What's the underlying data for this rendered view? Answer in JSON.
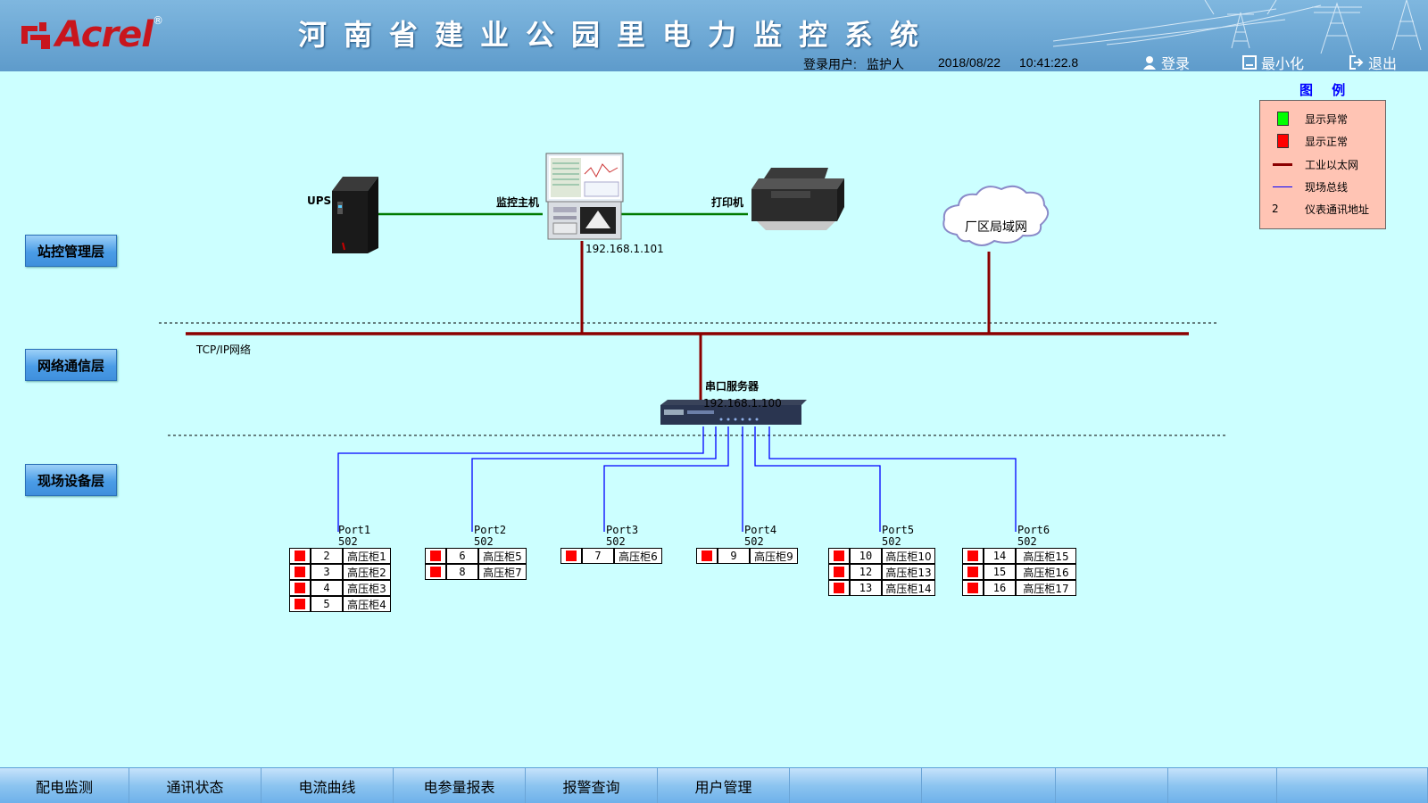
{
  "header": {
    "brand": "Acrel",
    "brand_reg": "®",
    "title": "河南省建业公园里电力监控系统",
    "login_user_label": "登录用户:",
    "login_user": "监护人",
    "date": "2018/08/22",
    "time": "10:41:22.8",
    "login_button": "登录",
    "minimize_button": "最小化",
    "exit_button": "退出"
  },
  "legend": {
    "title": "图 例",
    "items": [
      {
        "label": "显示异常",
        "symbol": "green-square",
        "color": "#00ff00"
      },
      {
        "label": "显示正常",
        "symbol": "red-square",
        "color": "#ff0000"
      },
      {
        "label": "工业以太网",
        "symbol": "dark-red-line",
        "color": "#8b0000"
      },
      {
        "label": "现场总线",
        "symbol": "blue-line",
        "color": "#0000ff"
      },
      {
        "label": "仪表通讯地址",
        "symbol": "number",
        "value": "2"
      }
    ]
  },
  "layers": {
    "station": "站控管理层",
    "network": "网络通信层",
    "field": "现场设备层"
  },
  "devices": {
    "ups": "UPS",
    "host": "监控主机",
    "host_ip": "192.168.1.101",
    "printer": "打印机",
    "lan": "厂区局域网",
    "tcpip": "TCP/IP网络",
    "serial_server": "串口服务器",
    "serial_ip": "192.168.1.100"
  },
  "ports": [
    {
      "name": "Port1",
      "num": "502",
      "devices": [
        {
          "addr": "2",
          "name": "高压柜1"
        },
        {
          "addr": "3",
          "name": "高压柜2"
        },
        {
          "addr": "4",
          "name": "高压柜3"
        },
        {
          "addr": "5",
          "name": "高压柜4"
        }
      ]
    },
    {
      "name": "Port2",
      "num": "502",
      "devices": [
        {
          "addr": "6",
          "name": "高压柜5"
        },
        {
          "addr": "8",
          "name": "高压柜7"
        }
      ]
    },
    {
      "name": "Port3",
      "num": "502",
      "devices": [
        {
          "addr": "7",
          "name": "高压柜6"
        }
      ]
    },
    {
      "name": "Port4",
      "num": "502",
      "devices": [
        {
          "addr": "9",
          "name": "高压柜9"
        }
      ]
    },
    {
      "name": "Port5",
      "num": "502",
      "devices": [
        {
          "addr": "10",
          "name": "高压柜10"
        },
        {
          "addr": "12",
          "name": "高压柜13"
        },
        {
          "addr": "13",
          "name": "高压柜14"
        }
      ]
    },
    {
      "name": "Port6",
      "num": "502",
      "devices": [
        {
          "addr": "14",
          "name": "高压柜15"
        },
        {
          "addr": "15",
          "name": "高压柜16"
        },
        {
          "addr": "16",
          "name": "高压柜17"
        }
      ]
    }
  ],
  "nav": [
    "配电监测",
    "通讯状态",
    "电流曲线",
    "电参量报表",
    "报警查询",
    "用户管理",
    "",
    "",
    "",
    "",
    ""
  ],
  "colors": {
    "ethernet": "#8b0000",
    "green_link": "#007a00",
    "fieldbus": "#0000ff",
    "status_normal": "#ff0000"
  }
}
